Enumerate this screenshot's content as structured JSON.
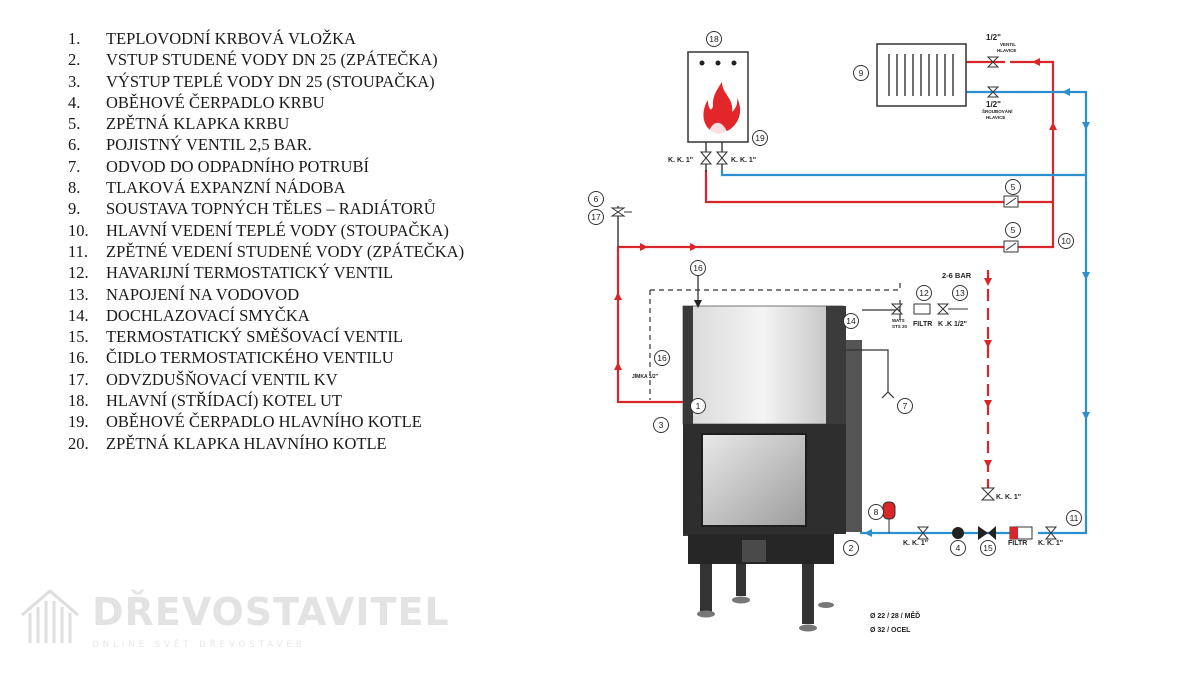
{
  "legend": [
    {
      "num": "1.",
      "text": "TEPLOVODNÍ KRBOVÁ VLOŽKA"
    },
    {
      "num": "2.",
      "text": "VSTUP STUDENÉ VODY DN 25 (ZPÁTEČKA)"
    },
    {
      "num": "3.",
      "text": "VÝSTUP TEPLÉ VODY DN 25 (STOUPAČKA)"
    },
    {
      "num": "4.",
      "text": "OBĚHOVÉ ČERPADLO KRBU"
    },
    {
      "num": "5.",
      "text": "ZPĚTNÁ KLAPKA KRBU"
    },
    {
      "num": "6.",
      "text": "POJISTNÝ VENTIL 2,5 BAR."
    },
    {
      "num": "7.",
      "text": "ODVOD DO ODPADNÍHO POTRUBÍ"
    },
    {
      "num": "8.",
      "text": "TLAKOVÁ EXPANZNÍ NÁDOBA"
    },
    {
      "num": "9.",
      "text": "SOUSTAVA TOPNÝCH TĚLES – RADIÁTORŮ"
    },
    {
      "num": "10.",
      "text": "HLAVNÍ VEDENÍ TEPLÉ VODY (STOUPAČKA)"
    },
    {
      "num": "11.",
      "text": "ZPĚTNÉ VEDENÍ STUDENÉ VODY (ZPÁTEČKA)"
    },
    {
      "num": "12.",
      "text": "HAVARIJNÍ TERMOSTATICKÝ VENTIL"
    },
    {
      "num": "13.",
      "text": "NAPOJENÍ NA VODOVOD"
    },
    {
      "num": "14.",
      "text": "DOCHLAZOVACÍ SMYČKA"
    },
    {
      "num": "15.",
      "text": "TERMOSTATICKÝ SMĚŠOVACÍ VENTIL"
    },
    {
      "num": "16.",
      "text": "ČIDLO TERMOSTATICKÉHO VENTILU"
    },
    {
      "num": "17.",
      "text": "ODVZDUŠŇOVACÍ VENTIL KV"
    },
    {
      "num": "18.",
      "text": "HLAVNÍ (STŘÍDACÍ) KOTEL UT"
    },
    {
      "num": "19.",
      "text": "OBĚHOVÉ ČERPADLO HLAVNÍHO KOTLE"
    },
    {
      "num": "20.",
      "text": "ZPĚTNÁ KLAPKA HLAVNÍHO KOTLE"
    }
  ],
  "diagram": {
    "colors": {
      "hot": "#d9262b",
      "cold": "#2b8fd0",
      "line": "#333333"
    },
    "markers": [
      "1",
      "2",
      "3",
      "4",
      "5",
      "5",
      "6",
      "7",
      "8",
      "9",
      "10",
      "11",
      "12",
      "13",
      "14",
      "15",
      "16",
      "16",
      "17",
      "18",
      "19"
    ],
    "labels": {
      "kk_boiler_left": "K. K. 1\"",
      "kk_boiler_right": "K. K. 1\"",
      "rad_top_size": "1/2\"",
      "rad_top_valve": "VENTIL",
      "rad_top_valve2": "HLAVICE",
      "rad_bot_size": "1/2\"",
      "rad_bot_valve": "ŠROUBOVÁNÍ",
      "rad_bot_valve2": "HLAVICE",
      "pressure": "2-6 BAR",
      "watts1": "WATS",
      "watts2": "STS 20",
      "filtr_top": "FILTR",
      "kk_half": "K .K 1/2\"",
      "jimka": "JÍMKA 1/2\"",
      "kk_right": "K. K. 1\"",
      "kk_bottom_left": "K. K. 1\"",
      "filtr_bottom": "FILTR",
      "kk_bottom_right": "K. K. 1\"",
      "pipe_cu": "Ø 22 / 28 / MĚĎ",
      "pipe_steel": "Ø 32 / OCEL"
    }
  },
  "watermark": {
    "title": "DŘEVOSTAVITEL",
    "subtitle": "ONLINE SVĚT DŘEVOSTAVEB"
  }
}
